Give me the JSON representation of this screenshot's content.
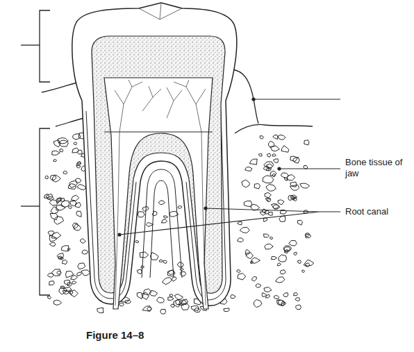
{
  "diagram": {
    "caption": "Figure 14–8",
    "labels": [
      "Bone tissue of jaw",
      "Root canal"
    ]
  }
}
